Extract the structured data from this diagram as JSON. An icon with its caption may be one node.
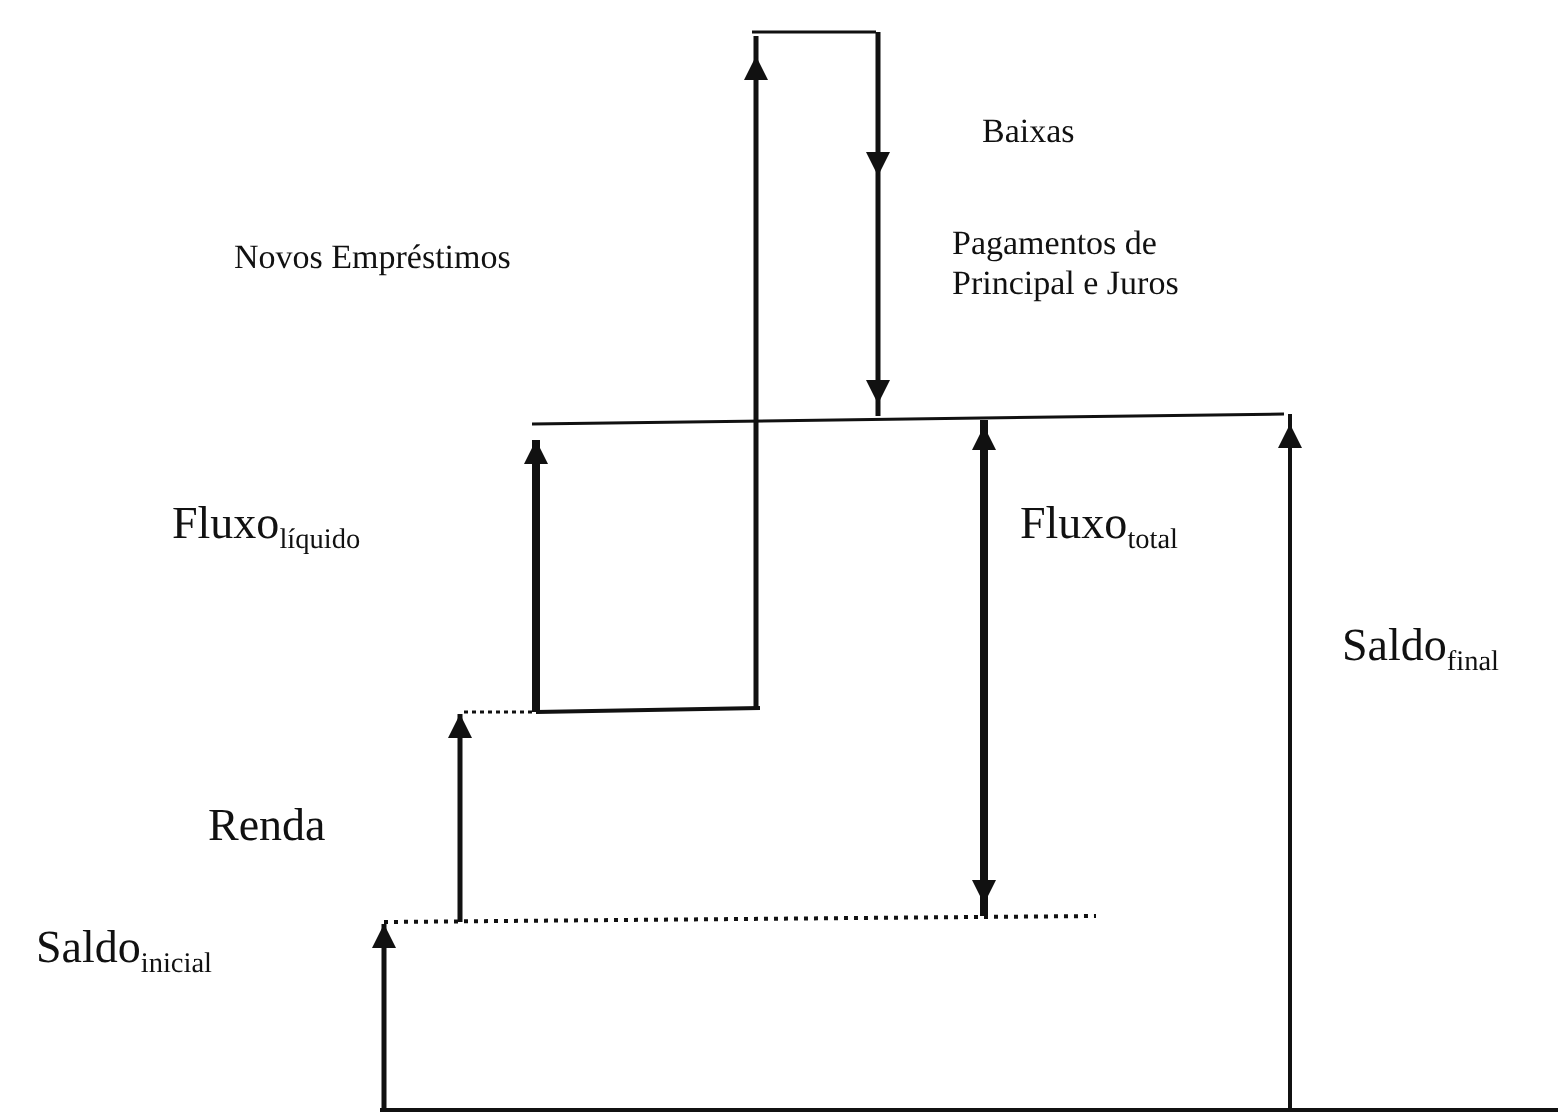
{
  "diagram": {
    "labels": [
      "Baixas",
      "Novos Empréstimos",
      "Pagamentos de Principal e Juros",
      "Fluxo$_{líquido}$",
      "Fluxo$_{total}$",
      "Saldo$_{final}$",
      "Renda",
      "Saldo$_{inicial}$"
    ]
  }
}
